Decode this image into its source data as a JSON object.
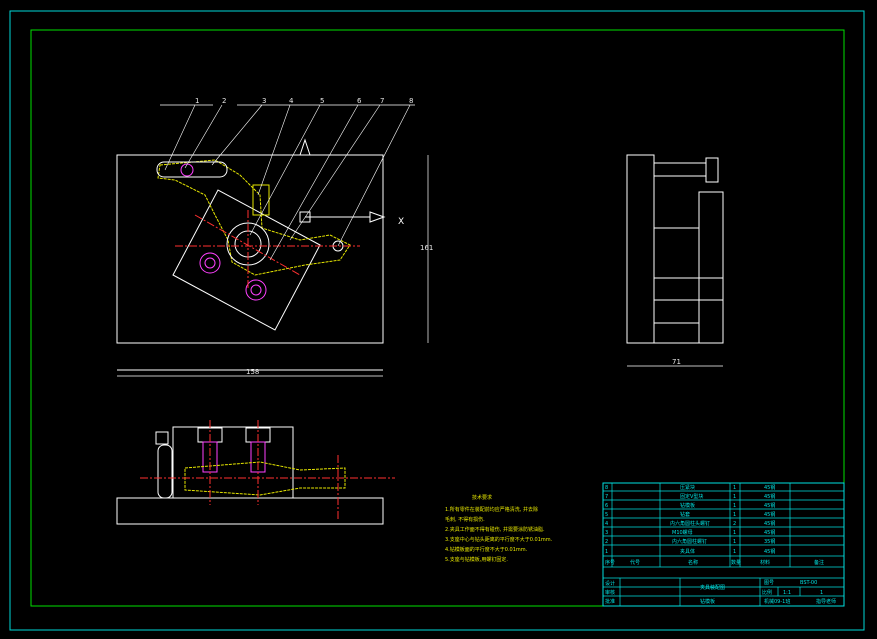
{
  "callouts": [
    "1",
    "2",
    "3",
    "4",
    "5",
    "6",
    "7",
    "8"
  ],
  "axis_label": "X",
  "dims": {
    "width_main": "158",
    "height_main": "161",
    "width_side": "71"
  },
  "tech_notes": {
    "title": "技术要求",
    "lines": [
      "1.所有零件在装配前均应严格清洗, 并去除",
      "  毛刺, 不得有损伤.",
      "2.夹具工作面不得有碰伤, 并需要涂防锈油脂.",
      "3.支座中心与钻头距离的平行度不大于0.01mm.",
      "4.钻模板面的平行度不大于0.01mm.",
      "5.支座与钻模板,用螺钉固定."
    ]
  },
  "bom": {
    "rows": [
      {
        "no": "8",
        "name": "压紧块",
        "qty": "1",
        "material": "45钢"
      },
      {
        "no": "7",
        "name": "固定V型块",
        "qty": "1",
        "material": "45钢"
      },
      {
        "no": "6",
        "name": "钻模板",
        "qty": "1",
        "material": "45钢"
      },
      {
        "no": "5",
        "name": "钻套",
        "qty": "1",
        "material": "45钢"
      },
      {
        "no": "4",
        "name": "内六角圆柱头螺钉",
        "qty": "2",
        "material": "45钢"
      },
      {
        "no": "3",
        "name": "M10螺母",
        "qty": "1",
        "material": "45钢"
      },
      {
        "no": "2",
        "name": "内六角圆柱螺钉",
        "qty": "1",
        "material": "35钢"
      },
      {
        "no": "1",
        "name": "夹具体",
        "qty": "1",
        "material": "45钢"
      }
    ],
    "header": {
      "no": "序号",
      "code": "代号",
      "name": "名称",
      "qty": "数量",
      "material": "材料",
      "remark": "备注"
    }
  },
  "title_block": {
    "title": "夹具装配图",
    "drawing_no": "BST-00",
    "sheet_label": "比例",
    "sheet_val": "1",
    "ratio": "1:1",
    "designer_row": "设计",
    "check_row": "审核",
    "approve_row": "批准",
    "school": "机械09-1班",
    "bottom_left": "钻模板",
    "bottom_right": "指导老师",
    "ref": "图号"
  }
}
